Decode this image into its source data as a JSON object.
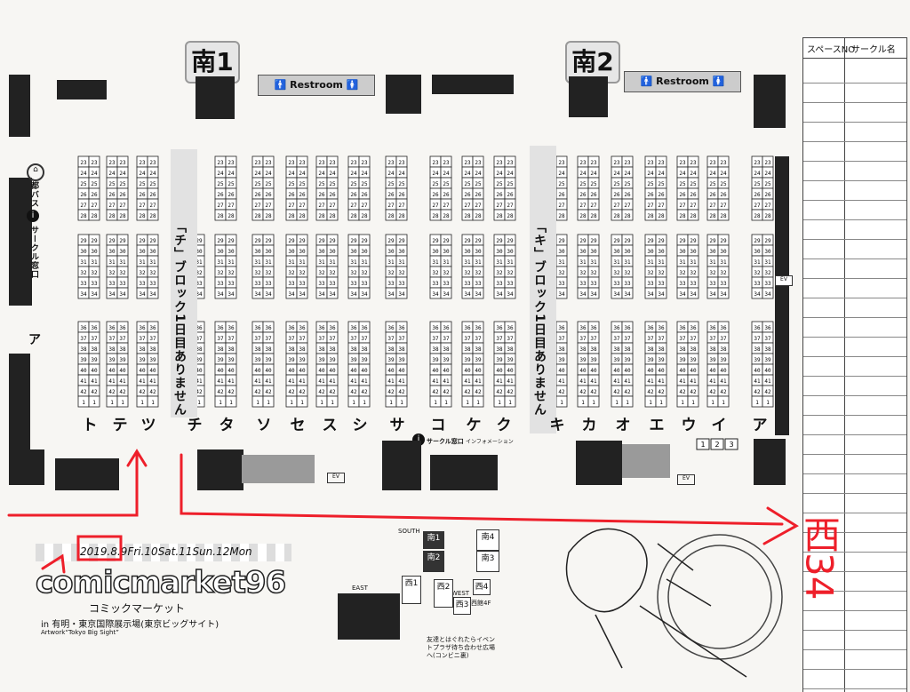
{
  "halls": {
    "south1_title": "南1",
    "south2_title": "南2",
    "restroom": "Restroom"
  },
  "south1": {
    "columns": [
      "ト",
      "テ",
      "ツ",
      "チ",
      "タ",
      "ソ",
      "セ",
      "ス",
      "シ",
      "サ"
    ],
    "block_note": "「チ」ブロック1日目ありません"
  },
  "south2": {
    "columns": [
      "コ",
      "ケ",
      "ク",
      "キ",
      "カ",
      "オ",
      "エ",
      "ウ",
      "イ",
      "ア"
    ],
    "block_note": "「キ」ブロック1日目ありません"
  },
  "left_labels": {
    "bus": "都バス",
    "circle": "サークル窓口",
    "a_mark": "ア"
  },
  "center_labels": {
    "circle_desk": "サークル窓口",
    "info": "インフォメーション"
  },
  "sample_cells": {
    "top_block": [
      "23",
      "24",
      "25",
      "26",
      "27",
      "28"
    ],
    "mid_block": [
      "29",
      "30",
      "31",
      "32",
      "33",
      "34"
    ],
    "bottom_block": [
      "36",
      "37",
      "38",
      "39",
      "40",
      "41",
      "42",
      "1"
    ],
    "right_bottom_row": [
      "1",
      "2",
      "3"
    ]
  },
  "wall_labels": {
    "ev": "EV"
  },
  "sidebar_table": {
    "col1": "スペースNO",
    "col2": "サークル名"
  },
  "event_banner": {
    "dates": "2019.8.9Fri.10Sat.11Sun.12Mon",
    "logo": "comicmarket96",
    "kana": "コミックマーケット",
    "venue": "in 有明・東京国際展示場(東京ビッグサイト)",
    "artwork_credit": "Artwork“Tokyo Big Sight”"
  },
  "venue_map": {
    "south": "SOUTH",
    "east": "EAST",
    "west": "WEST",
    "south_halls": [
      "南1",
      "南2",
      "南3",
      "南4"
    ],
    "west_halls": [
      "西1",
      "西2",
      "西3",
      "西4"
    ],
    "west_floor": "西館4F",
    "note": "友達とはぐれたらイベントプラザ待ち合わせ広場へ(コンビニ裏)"
  },
  "handwriting": {
    "text": "西34"
  }
}
